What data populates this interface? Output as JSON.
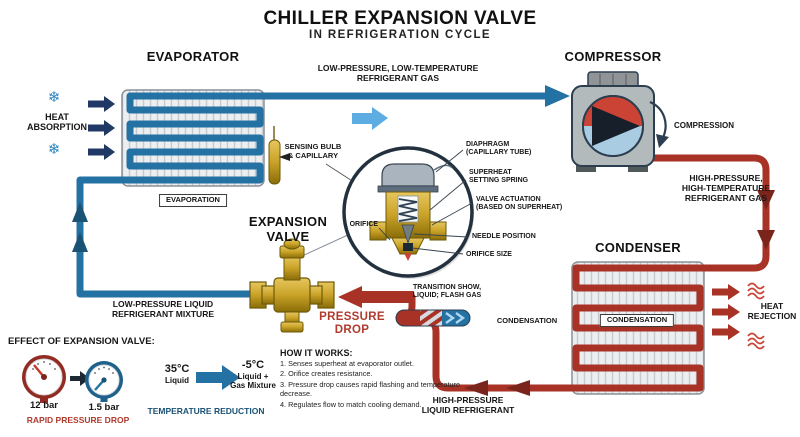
{
  "title": {
    "main": "CHILLER EXPANSION VALVE",
    "sub": "IN REFRIGERATION CYCLE"
  },
  "components": {
    "evaporator": "EVAPORATOR",
    "compressor": "COMPRESSOR",
    "condenser": "CONDENSER",
    "expansion_valve": [
      "EXPANSION",
      "VALVE"
    ]
  },
  "process": {
    "evaporation": "EVAPORATION",
    "compression": "COMPRESSION",
    "condensation_box": "CONDENSATION",
    "condensation_side": "CONDENSATION"
  },
  "flows": {
    "low_pressure_gas": [
      "LOW-PRESSURE, LOW-TEMPERATURE",
      "REFRIGERANT GAS"
    ],
    "high_pressure_gas": [
      "HIGH-PRESSURE,",
      "HIGH-TEMPERATURE",
      "REFRIGERANT GAS"
    ],
    "low_pressure_liquid": [
      "LOW-PRESSURE LIQUID",
      "REFRIGERANT MIXTURE"
    ],
    "high_pressure_liquid": [
      "HIGH-PRESSURE",
      "LIQUID REFRIGERANT"
    ],
    "transition": [
      "TRANSITION SHOW,",
      "LIQUID; FLASH GAS"
    ],
    "pressure_drop": [
      "PRESSURE",
      "DROP"
    ],
    "heat_absorption": [
      "HEAT",
      "ABSORPTION"
    ],
    "heat_rejection": [
      "HEAT",
      "REJECTION"
    ]
  },
  "valve_detail": {
    "sensing_bulb": [
      "SENSING BULB",
      "& CAPILLARY"
    ],
    "diaphragm": [
      "DIAPHRAGM",
      "(CAPILLARY TUBE)"
    ],
    "superheat_spring": [
      "SUPERHEAT",
      "SETTING SPRING"
    ],
    "valve_actuation": [
      "VALVE ACTUATION",
      "(BASED ON SUPERHEAT)"
    ],
    "needle_position": "NEEDLE POSITION",
    "orifice_size": "ORIFICE SIZE",
    "orifice": "ORIFICE"
  },
  "effect": {
    "heading": "EFFECT OF EXPANSION VALVE:",
    "gauge_high": "12 bar",
    "gauge_low": "1.5 bar",
    "caption": "RAPID PRESSURE DROP",
    "temp_before": {
      "value": "35°C",
      "state": "Liquid"
    },
    "temp_after": {
      "value": "-5°C",
      "state": [
        "Liquid +",
        "Gas Mixture"
      ]
    },
    "temp_caption": "TEMPERATURE REDUCTION"
  },
  "how_it_works": {
    "heading": "HOW IT WORKS:",
    "steps": [
      "1. Senses superheat at evaporator outlet.",
      "2. Orifice creates resistance.",
      "3. Pressure drop causes rapid flashing and temperature decrease.",
      "4. Regulates flow to match cooling demand."
    ]
  },
  "colors": {
    "low_pressure": "#2471a3",
    "high_pressure": "#a93226",
    "brass": "#c9a227",
    "accent_red": "#b03a2e",
    "accent_blue": "#1a5276"
  }
}
